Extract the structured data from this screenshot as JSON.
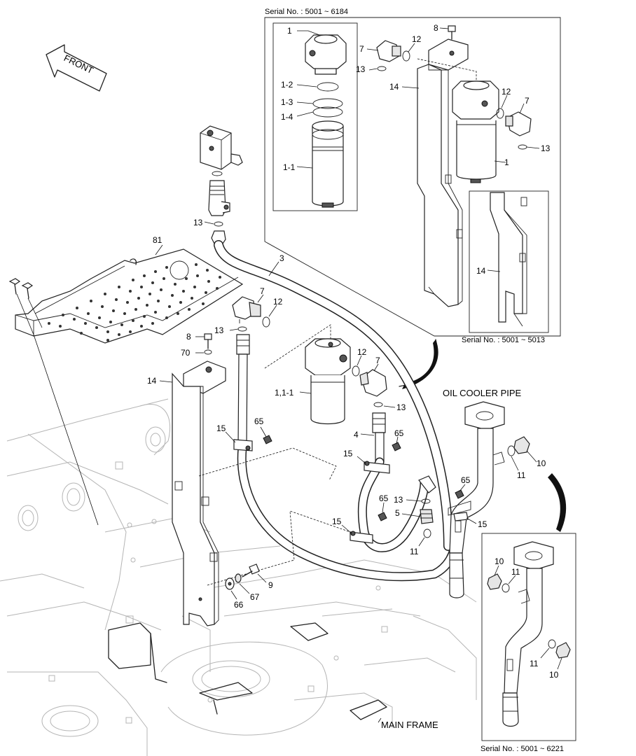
{
  "diagram": {
    "direction_label": "FRONT",
    "serial_top": "Serial No. : 5001 ~ 6184",
    "serial_middle": "Serial No. : 5001 ~ 5013",
    "serial_bottom": "Serial No. : 5001 ~ 6221",
    "oil_cooler_caption": "OIL COOLER PIPE",
    "main_frame_caption": "MAIN FRAME",
    "callouts": {
      "c1_head": "1",
      "c1_2": "1-2",
      "c1_3": "1-3",
      "c1_4": "1-4",
      "c1_1": "1-1",
      "c8_top": "8",
      "c7_top_left": "7",
      "c12_top_left": "12",
      "c13_top_left": "13",
      "c14_top": "14",
      "c12_top_right": "12",
      "c7_top_right": "7",
      "c13_top_right": "13",
      "c1_top_right": "1",
      "c14_inset": "14",
      "c13_switch": "13",
      "c3": "3",
      "c81": "81",
      "c7_mid": "7",
      "c12_mid": "12",
      "c8_mid": "8",
      "c13_mid": "13",
      "c70": "70",
      "c12_filter": "12",
      "c7_filter": "7",
      "c1_1_1": "1,1-1",
      "c14_main": "14",
      "c13_elbow": "13",
      "c15_left": "15",
      "c65_left": "65",
      "c4": "4",
      "c65_mid": "65",
      "c15_mid": "15",
      "c65_lower": "65",
      "c15_lower": "15",
      "c13_lower": "13",
      "c5": "5",
      "c11_lower": "11",
      "c65_right": "65",
      "c15_right": "15",
      "c10_cooler": "10",
      "c11_cooler": "11",
      "c9": "9",
      "c67": "67",
      "c66": "66",
      "c10_inset_top": "10",
      "c11_inset_top": "11",
      "c11_inset_bottom": "11",
      "c10_inset_bottom": "10"
    }
  }
}
